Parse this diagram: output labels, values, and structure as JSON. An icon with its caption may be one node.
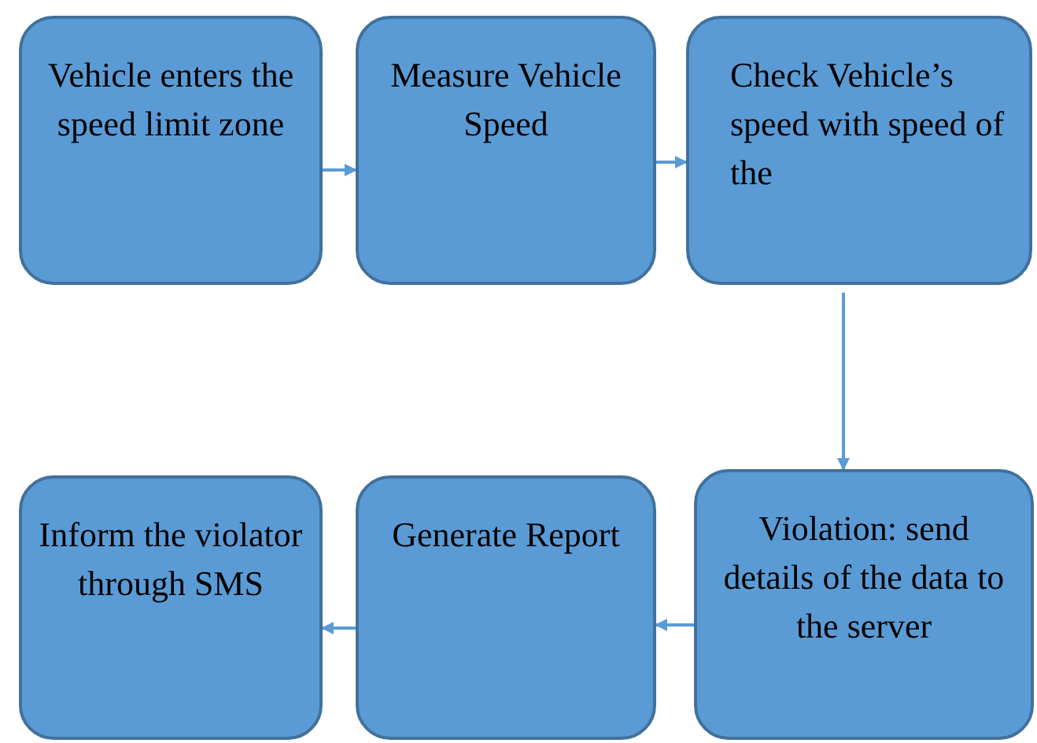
{
  "diagram": {
    "nodes": [
      {
        "text": [
          "Vehicle enters the speed limit zone"
        ]
      },
      {
        "text": [
          "Measure Vehicle Speed"
        ]
      },
      {
        "text": [
          "Check Vehicle’s speed with speed of the"
        ]
      },
      {
        "text": [
          "Violation: send details of the data to the server"
        ]
      },
      {
        "text": [
          "Generate Report"
        ]
      },
      {
        "text": [
          "Inform the violator through SMS"
        ]
      }
    ],
    "edges": [
      {
        "from": 0,
        "to": 1,
        "arrow": "to"
      },
      {
        "from": 1,
        "to": 2,
        "arrow": "to"
      },
      {
        "from": 2,
        "to": 3,
        "arrow": "to"
      },
      {
        "from": 3,
        "to": 4,
        "arrow": "to"
      },
      {
        "from": 4,
        "to": 5,
        "arrow": "to"
      }
    ]
  }
}
